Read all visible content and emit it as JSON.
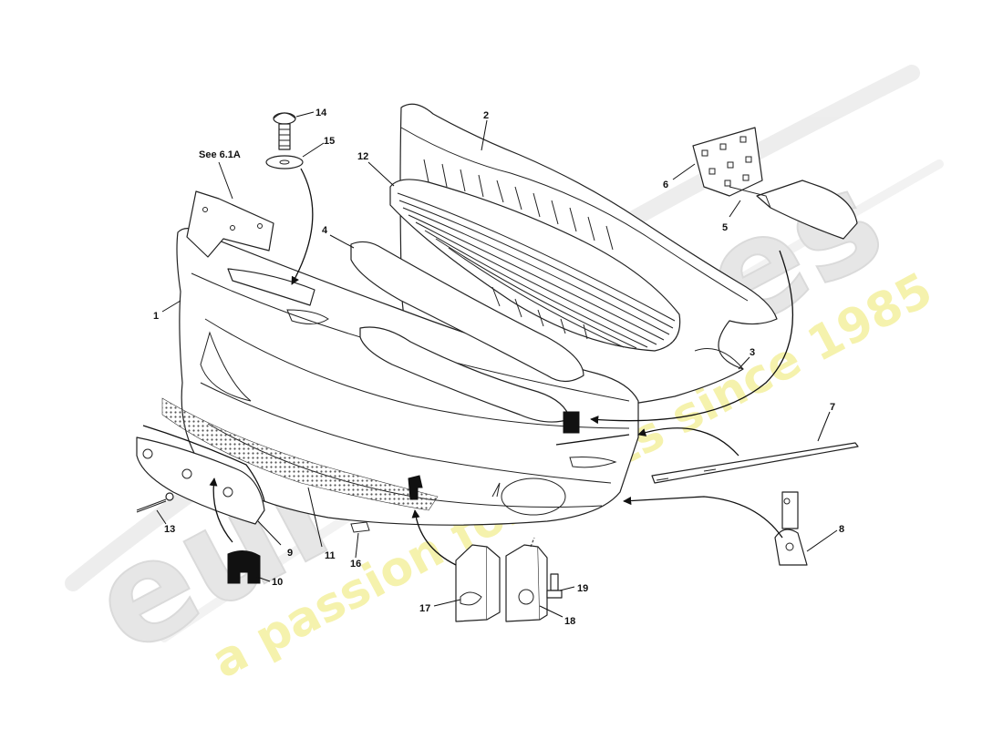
{
  "reference": "See 6.1A",
  "watermark": {
    "brand": "eurospares",
    "tagline": "a passion for parts since 1985",
    "brand_color": "#e6e6e6",
    "tagline_color": "#f3ef9c"
  },
  "callouts": [
    "1",
    "2",
    "3",
    "4",
    "5",
    "6",
    "7",
    "8",
    "9",
    "10",
    "11",
    "12",
    "13",
    "14",
    "15",
    "16",
    "17",
    "18",
    "19"
  ]
}
